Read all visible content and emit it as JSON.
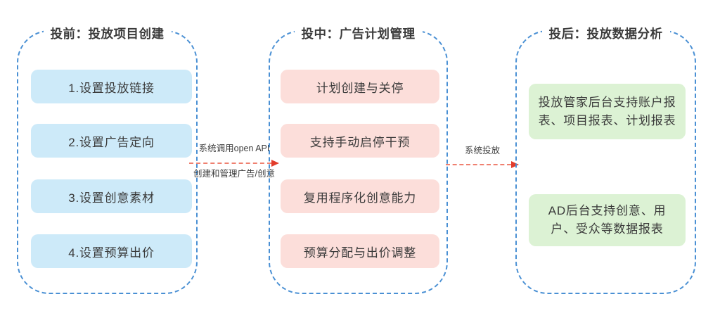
{
  "diagram": {
    "columns": [
      {
        "title": "投前：投放项目创建",
        "items": [
          {
            "label": "1.设置投放链接"
          },
          {
            "label": "2.设置广告定向"
          },
          {
            "label": "3.设置创意素材"
          },
          {
            "label": "4.设置预算出价"
          }
        ]
      },
      {
        "title": "投中：广告计划管理",
        "items": [
          {
            "label": "计划创建与关停"
          },
          {
            "label": "支持手动启停干预"
          },
          {
            "label": "复用程序化创意能力"
          },
          {
            "label": "预算分配与出价调整"
          }
        ]
      },
      {
        "title": "投后：投放数据分析",
        "items": [
          {
            "label": "投放管家后台支持账户报表、项目报表、计划报表"
          },
          {
            "label": "AD后台支持创意、用户、受众等数据报表"
          }
        ]
      }
    ],
    "arrows": [
      {
        "label_top": "系统调用open API",
        "label_bottom": "创建和管理广告/创意"
      },
      {
        "label_top": "系统投放"
      }
    ],
    "colors": {
      "container_border": "#4a90d4",
      "box_blue": "#cdeaf9",
      "box_pink": "#fcdeda",
      "box_green": "#dcf2d4",
      "arrow_dash": "#ef8070",
      "arrow_head": "#e23c2b",
      "text_dark": "#3b3b3b"
    }
  }
}
